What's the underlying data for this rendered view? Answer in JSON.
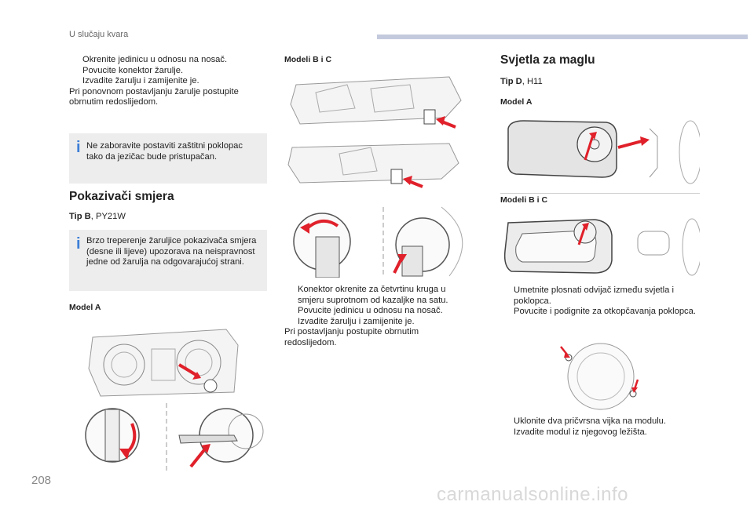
{
  "header": {
    "section": "U slučaju kvara",
    "page_number": "208"
  },
  "watermark": "carmanualsonline.info",
  "col1": {
    "steps": [
      "Okrenite jedinicu u odnosu na nosač.",
      "Povucite konektor žarulje.",
      "Izvadite žarulju i zamijenite je."
    ],
    "para": "Pri ponovnom postavljanju žarulje postupite obrnutim redoslijedom.",
    "note1": "Ne zaboravite postaviti zaštitni poklopac tako da jezičac bude pristupačan.",
    "heading": "Pokazivači smjera",
    "type_label": "Tip B",
    "type_value": ", PY21W",
    "note2": "Brzo treperenje žaruljice pokazivača smjera (desne ili lijeve) upozorava na neispravnost jedne od žarulja na odgovarajućoj strani.",
    "model_a": "Model A"
  },
  "col2": {
    "models": "Modeli B i C",
    "steps": [
      "Konektor okrenite za četvrtinu kruga u smjeru suprotnom od kazaljke na satu.",
      "Povucite jedinicu u odnosu na nosač.",
      "Izvadite žarulju i zamijenite je."
    ],
    "para": "Pri postavljanju postupite obrnutim redoslijedom."
  },
  "col3": {
    "heading": "Svjetla za maglu",
    "type_label": "Tip D",
    "type_value": ", H11",
    "model_a": "Model A",
    "models_bc": "Modeli B i C",
    "steps1": [
      "Umetnite plosnati odvijač između svjetla i poklopca.",
      "Povucite i podignite za otkopčavanja poklopca."
    ],
    "steps2": [
      "Uklonite dva pričvrsna vijka na modulu.",
      "Izvadite modul iz njegovog ležišta."
    ]
  },
  "bullet_symbol": "",
  "note_icon": "i",
  "colors": {
    "arrow_red": "#e0202a",
    "note_bg": "#ededed",
    "info_blue": "#3d7fd7",
    "header_bar": "#c4cadd"
  }
}
